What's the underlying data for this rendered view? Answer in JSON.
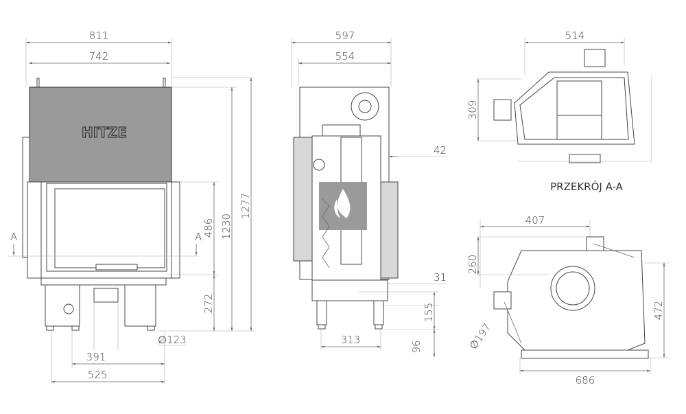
{
  "front_view": {
    "logo_text": "HITZE",
    "section_marker": "A",
    "dims": {
      "overall_width": "811",
      "body_width": "742",
      "glass_height": "486",
      "base_height": "272",
      "body_height": "1230",
      "overall_height": "1277",
      "flue_diameter": "123",
      "flue_offset": "391",
      "leg_span": "525"
    }
  },
  "side_view": {
    "dims": {
      "overall_depth": "597",
      "body_depth": "554",
      "offset_top": "42",
      "offset_glass": "31",
      "inlet_height": "155",
      "leg_height": "96",
      "leg_span": "313"
    }
  },
  "section_view": {
    "caption": "PRZEKRÓJ A-A",
    "dims": {
      "width": "514",
      "depth": "309"
    }
  },
  "top_view": {
    "dims": {
      "flue_offset": "407",
      "flue_depth": "260",
      "depth": "472",
      "width": "686",
      "flue_diameter": "197"
    }
  },
  "colors": {
    "line": "#444444",
    "panel": "#9a9a9a",
    "logo_box": "#9a9a9a"
  }
}
